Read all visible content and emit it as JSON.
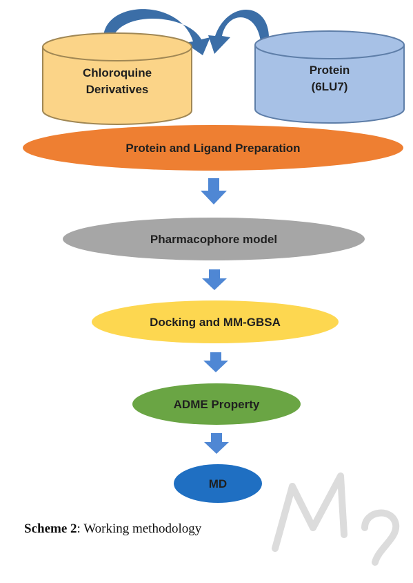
{
  "diagram": {
    "source_cylinders": [
      {
        "line1": "Chloroquine",
        "line2": "Derivatives",
        "fill": "#fbd488",
        "stroke": "#a08754"
      },
      {
        "line1": "Protein",
        "line2": "(6LU7)",
        "fill": "#a7c1e6",
        "stroke": "#5e7ea8"
      }
    ],
    "steps": [
      {
        "label": "Protein and Ligand Preparation",
        "fill": "#ee7f32"
      },
      {
        "label": "Pharmacophore model",
        "fill": "#a6a6a6"
      },
      {
        "label": "Docking and MM-GBSA",
        "fill": "#fdd750"
      },
      {
        "label": "ADME Property",
        "fill": "#6aa544"
      },
      {
        "label": "MD",
        "fill": "#1f6fc2"
      }
    ],
    "arrow_color": "#4f87d4",
    "curved_arrow_color": "#3b6ea7"
  },
  "caption": {
    "label": "Scheme 2",
    "text": ": Working methodology"
  }
}
